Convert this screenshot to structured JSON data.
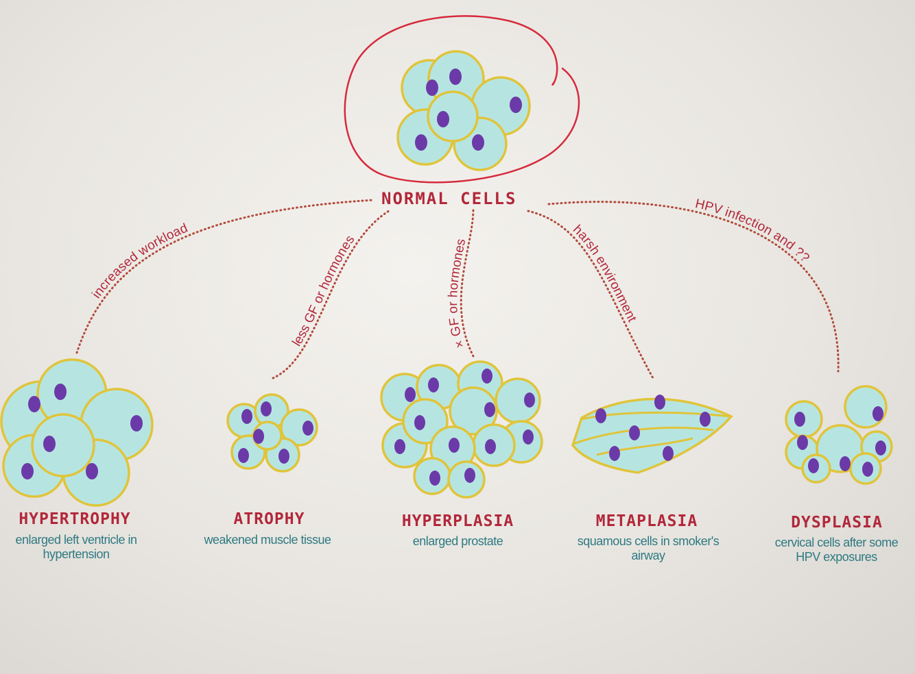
{
  "colors": {
    "cell_fill": "#b6e5e1",
    "cell_stroke": "#e0c43a",
    "nucleus": "#6b3aa8",
    "title": "#b2273a",
    "desc": "#2e7a82",
    "connector": "#b24a3a",
    "annotation": "#d62a3c"
  },
  "root": {
    "label": "NORMAL CELLS"
  },
  "connectors": [
    {
      "label": "increased workload"
    },
    {
      "label": "less GF or hormones"
    },
    {
      "label": "× GF or hormones"
    },
    {
      "label": "harsh environment"
    },
    {
      "label": "HPV infection and ??"
    }
  ],
  "nodes": [
    {
      "title": "HYPERTROPHY",
      "desc": [
        "enlarged left ventricle in",
        "hypertension"
      ]
    },
    {
      "title": "ATROPHY",
      "desc": [
        "weakened muscle tissue"
      ]
    },
    {
      "title": "HYPERPLASIA",
      "desc": [
        "enlarged prostate"
      ]
    },
    {
      "title": "METAPLASIA",
      "desc": [
        "squamous cells in smoker's",
        "airway"
      ]
    },
    {
      "title": "DYSPLASIA",
      "desc": [
        "cervical cells after some",
        "HPV exposures"
      ]
    }
  ]
}
